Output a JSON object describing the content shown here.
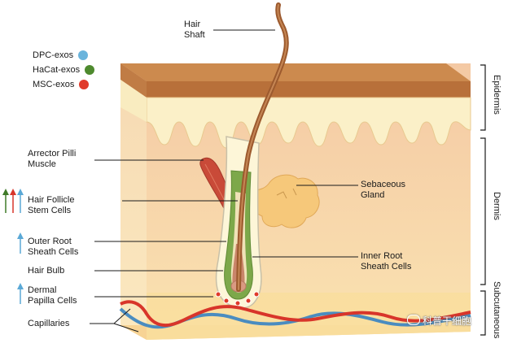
{
  "legend": [
    {
      "label": "DPC-exos",
      "color": "#6ab4dc"
    },
    {
      "label": "HaCat-exos",
      "color": "#4e8a2e"
    },
    {
      "label": "MSC-exos",
      "color": "#e03a2a"
    }
  ],
  "labels": {
    "hair_shaft": "Hair\nShaft",
    "arrector": "Arrector Pilli\nMuscle",
    "hf_stem": "Hair Follicle\nStem Cells",
    "outer_root": "Outer Root\nSheath Cells",
    "hair_bulb": "Hair Bulb",
    "dermal_papilla": "Dermal\nPapilla Cells",
    "capillaries": "Capillaries",
    "sebaceous": "Sebaceous\nGland",
    "inner_root": "Inner Root\nSheath Cells"
  },
  "layers": {
    "epidermis": "Epidermis",
    "dermis": "Dermis",
    "subcutaneous": "Subcutaneous"
  },
  "arrow_colors": {
    "green": "#3f7a28",
    "red": "#d8352a",
    "blue": "#5aa8d6"
  },
  "watermark": "科普干细胞"
}
